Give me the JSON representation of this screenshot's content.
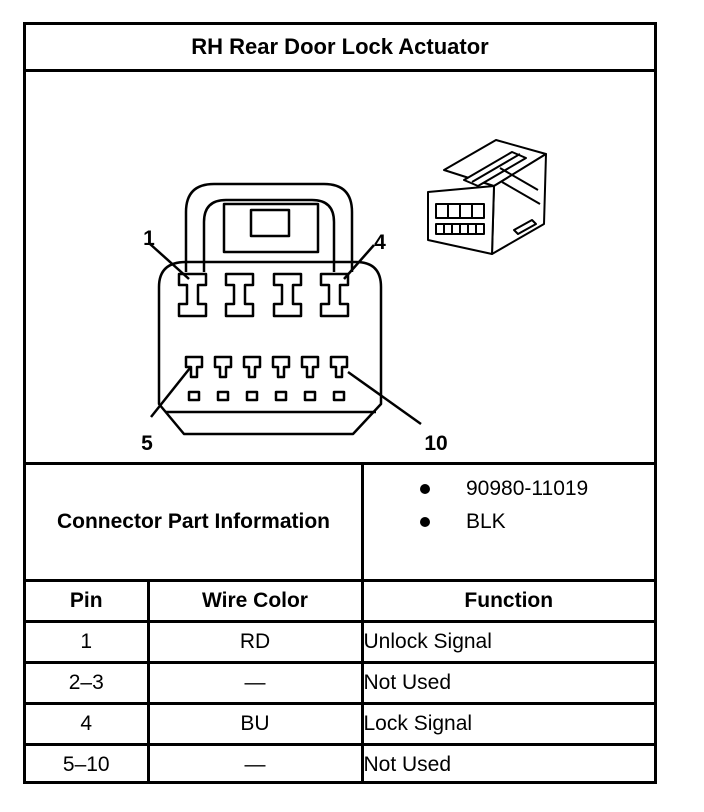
{
  "title": "RH Rear Door Lock Actuator",
  "diagram": {
    "pin_labels": {
      "top_left": "1",
      "top_right": "4",
      "bottom_left": "5",
      "bottom_right": "10"
    }
  },
  "connector_info": {
    "label": "Connector Part Information",
    "items": [
      "90980-11019",
      "BLK"
    ]
  },
  "pin_table": {
    "headers": [
      "Pin",
      "Wire Color",
      "Function"
    ],
    "rows": [
      {
        "pin": "1",
        "wire_color": "RD",
        "function": "Unlock Signal"
      },
      {
        "pin": "2–3",
        "wire_color": "—",
        "function": "Not Used"
      },
      {
        "pin": "4",
        "wire_color": "BU",
        "function": "Lock Signal"
      },
      {
        "pin": "5–10",
        "wire_color": "—",
        "function": "Not Used"
      }
    ]
  }
}
